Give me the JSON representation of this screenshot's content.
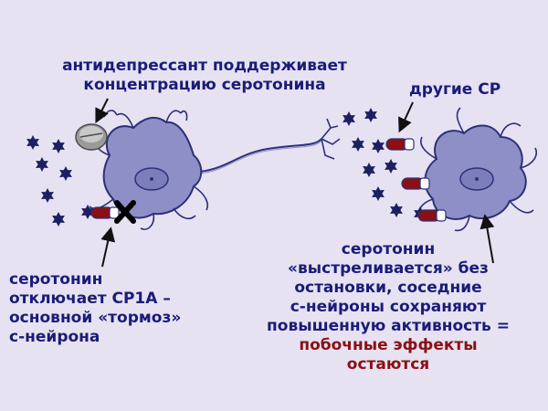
{
  "captions": {
    "top": [
      "антидепрессант поддерживает",
      "концентрацию серотонина"
    ],
    "right_label": "другие СР",
    "left_bottom": [
      "серотонин",
      "отключает СР1А –",
      "основной «тормоз»",
      "с-нейрона"
    ],
    "right_bottom": [
      "серотонин",
      "«выстреливается» без",
      "остановки, соседние",
      "с-нейроны сохраняют",
      "повышенную активность ="
    ],
    "right_bottom_red": [
      "побочные эффекты",
      "остаются"
    ]
  },
  "colors": {
    "background": "#e6e2f2",
    "text": "#1a1c78",
    "accent_red": "#8a1014",
    "neuron_fill": "#8d8fc6",
    "neuron_outline": "#2d2f7a",
    "serotonin_star": "#1c2062",
    "receptor": "#8a1014"
  },
  "icons": [
    "pill-icon",
    "star-icon",
    "receptor-icon",
    "cross-icon",
    "arrow-icon"
  ]
}
